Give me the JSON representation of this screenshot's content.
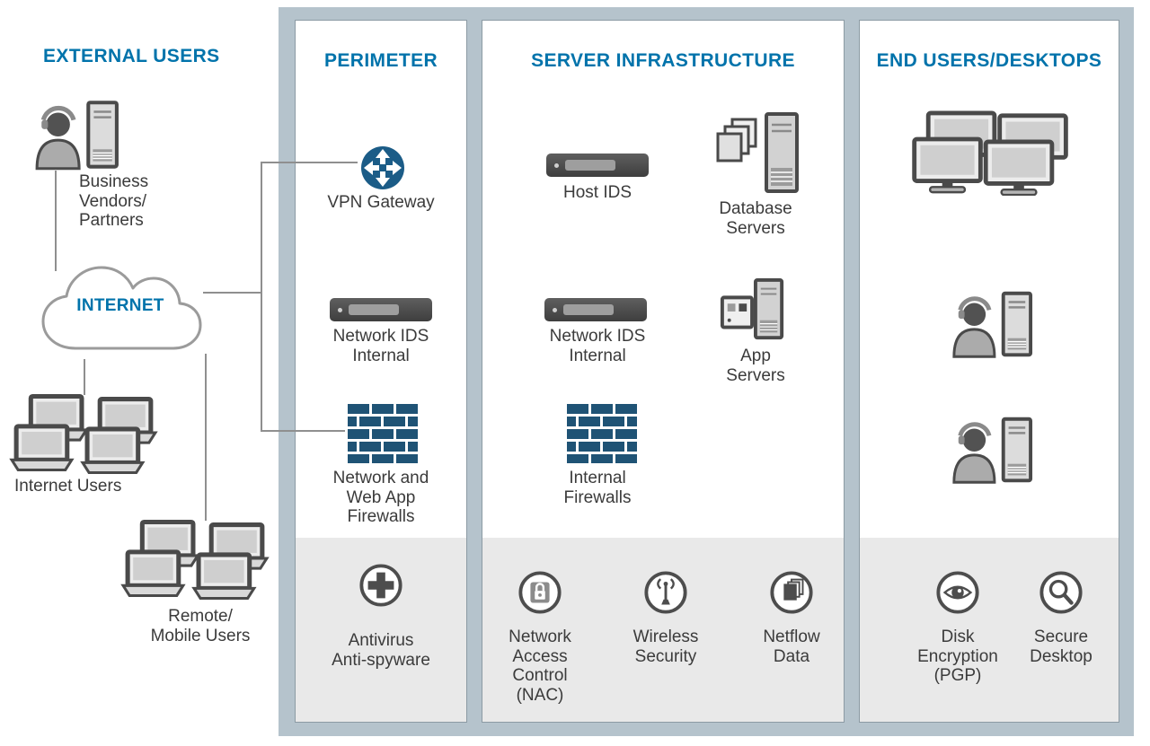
{
  "external": {
    "title": "EXTERNAL USERS",
    "business_vendors": "Business\nVendors/\nPartners",
    "internet": "INTERNET",
    "internet_users": "Internet Users",
    "remote_mobile_users": "Remote/\nMobile Users"
  },
  "perimeter": {
    "title": "PERIMETER",
    "vpn_gateway": "VPN Gateway",
    "network_ids": "Network IDS\nInternal",
    "web_app_firewalls": "Network and\nWeb App\nFirewalls",
    "antivirus": "Antivirus\nAnti-spyware"
  },
  "server": {
    "title": "SERVER INFRASTRUCTURE",
    "host_ids": "Host IDS",
    "database_servers": "Database\nServers",
    "network_ids": "Network IDS\nInternal",
    "app_servers": "App\nServers",
    "internal_firewalls": "Internal\nFirewalls",
    "nac": "Network\nAccess\nControl\n(NAC)",
    "wireless_security": "Wireless\nSecurity",
    "netflow_data": "Netflow\nData"
  },
  "end_users": {
    "title": "END USERS/DESKTOPS",
    "disk_encryption": "Disk\nEncryption\n(PGP)",
    "secure_desktop": "Secure\nDesktop"
  },
  "colors": {
    "accent_blue": "#0073ab",
    "firewall_navy": "#1f5375",
    "vpn_circle_blue": "#1b5c87",
    "band_gray": "#b5c3cc",
    "footer_gray": "#e9e9e9",
    "icon_dark": "#4d4d4d",
    "connector_gray": "#8f8f8f"
  }
}
